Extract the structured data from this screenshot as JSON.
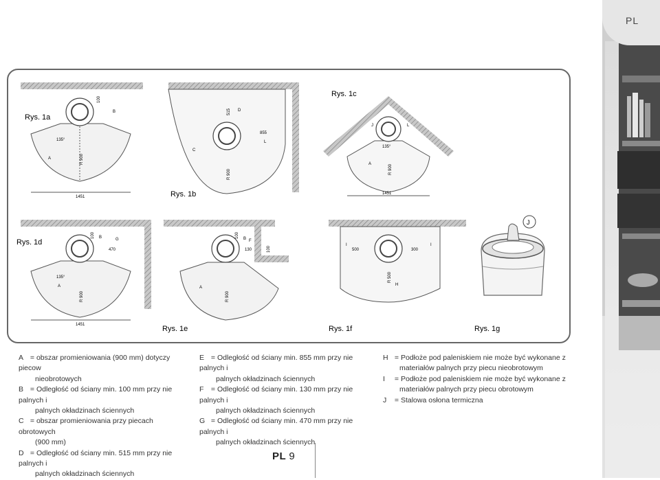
{
  "tab": "PL",
  "figures": {
    "f1a": {
      "label": "Rys. 1a",
      "dims": {
        "top": "100",
        "r": "R 900",
        "angle": "135°",
        "width": "1451"
      },
      "letters": [
        "B",
        "A"
      ]
    },
    "f1b": {
      "label": "Rys. 1b",
      "dims": {
        "d": "515",
        "r": "R 900",
        "l": "855"
      },
      "letters": [
        "D",
        "C",
        "L"
      ]
    },
    "f1c": {
      "label": "Rys. 1c",
      "dims": {
        "r": "R 900",
        "angle": "135°",
        "width": "1451"
      },
      "letters": [
        "J",
        "L",
        "A"
      ]
    },
    "f1d": {
      "label": "Rys. 1d",
      "dims": {
        "top": "100",
        "g": "470",
        "r": "R 900",
        "angle": "135°",
        "width": "1451"
      },
      "letters": [
        "B",
        "G",
        "A"
      ]
    },
    "f1e": {
      "label": "Rys. 1e",
      "dims": {
        "top": "100",
        "f": "130",
        "wall": "100",
        "r": "R 900"
      },
      "letters": [
        "B",
        "F",
        "A"
      ]
    },
    "f1f": {
      "label": "Rys. 1f",
      "dims": {
        "left": "500",
        "right": "300",
        "r": "R 500"
      },
      "letters": [
        "I",
        "I",
        "H"
      ]
    },
    "f1g": {
      "label": "Rys. 1g",
      "letters": [
        "J"
      ]
    }
  },
  "legend": {
    "col1": [
      {
        "key": "A",
        "text": "obszar promieniowania (900 mm) dotyczy piecow",
        "cont": "nieobrotowych"
      },
      {
        "key": "B",
        "text": "Odległość od ściany min. 100 mm przy nie palnych i",
        "cont": "palnych okładzinach ściennych"
      },
      {
        "key": "C",
        "text": "obszar promieniowania przy piecach obrotowych",
        "cont": "(900 mm)"
      },
      {
        "key": "D",
        "text": "Odległość od ściany min.  515 mm przy nie palnych i",
        "cont": "palnych okładzinach ściennych"
      }
    ],
    "col2": [
      {
        "key": "E",
        "text": "Odległość od ściany min. 855 mm przy nie palnych i",
        "cont": "palnych okładzinach ściennych"
      },
      {
        "key": "F",
        "text": "Odległość od ściany min. 130 mm przy nie palnych i",
        "cont": "palnych okładzinach ściennych"
      },
      {
        "key": "G",
        "text": "Odległość od ściany min. 470 mm przy nie palnych i",
        "cont": "palnych okładzinach ściennych"
      }
    ],
    "col3": [
      {
        "key": "H",
        "text": "Podłoże pod paleniskiem nie może być wykonane z",
        "cont": "materiałów palnych przy piecu nieobrotowym"
      },
      {
        "key": "I",
        "text": "Podłoże pod paleniskiem nie może być wykonane z",
        "cont": "materiałów palnych przy piecu obrotowym"
      },
      {
        "key": "J",
        "text": "Stalowa osłona termiczna",
        "cont": ""
      }
    ]
  },
  "page": {
    "prefix": "PL",
    "number": "9"
  }
}
